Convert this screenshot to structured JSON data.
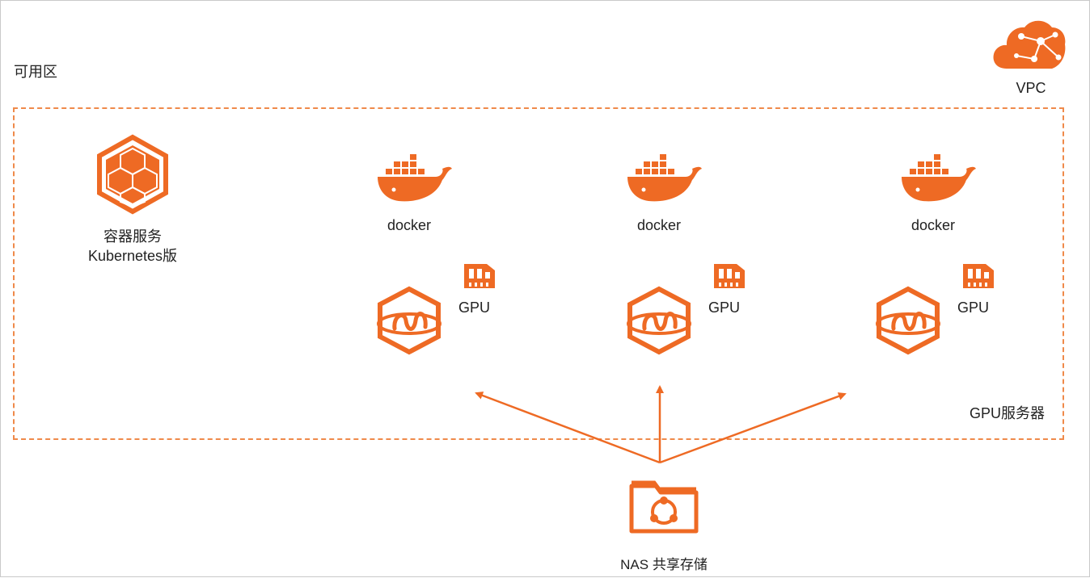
{
  "zone_label": "可用区",
  "vpc": {
    "label": "VPC",
    "icon": "cloud-network-icon"
  },
  "k8s": {
    "line1": "容器服务",
    "line2": "Kubernetes版",
    "icon": "container-service-icon"
  },
  "gpu_cluster_label": "GPU服务器",
  "nodes": [
    {
      "docker_label": "docker",
      "gpu_label": "GPU"
    },
    {
      "docker_label": "docker",
      "gpu_label": "GPU"
    },
    {
      "docker_label": "docker",
      "gpu_label": "GPU"
    }
  ],
  "nas": {
    "label": "NAS  共享存储",
    "icon": "nas-folder-icon"
  },
  "colors": {
    "accent": "#ee6a24",
    "dash": "#ef8a4a"
  }
}
